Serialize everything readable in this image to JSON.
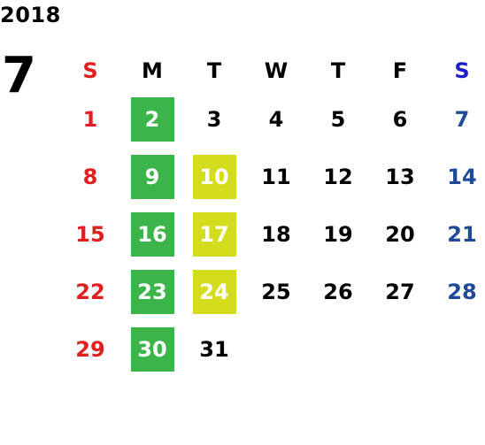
{
  "calendar": {
    "year": "2018",
    "month": "7",
    "weekdays": [
      {
        "label": "S",
        "color": "#e02020"
      },
      {
        "label": "M",
        "color": "#000000"
      },
      {
        "label": "T",
        "color": "#000000"
      },
      {
        "label": "W",
        "color": "#000000"
      },
      {
        "label": "T",
        "color": "#000000"
      },
      {
        "label": "F",
        "color": "#000000"
      },
      {
        "label": "S",
        "color": "#1d1dcc"
      }
    ],
    "weeks": [
      [
        "1",
        "2",
        "3",
        "4",
        "5",
        "6",
        "7"
      ],
      [
        "8",
        "9",
        "10",
        "11",
        "12",
        "13",
        "14"
      ],
      [
        "15",
        "16",
        "17",
        "18",
        "19",
        "20",
        "21"
      ],
      [
        "22",
        "23",
        "24",
        "25",
        "26",
        "27",
        "28"
      ],
      [
        "29",
        "30",
        "31",
        "",
        "",
        "",
        ""
      ]
    ],
    "colors": {
      "sunday": "#e02020",
      "saturday": "#1f4a9a",
      "weekday": "#000000",
      "highlight_green": "#3bb54a",
      "highlight_yellow": "#d4dc1e",
      "highlight_text": "#ffffff"
    },
    "highlights": {
      "green": [
        "2",
        "9",
        "16",
        "23",
        "30"
      ],
      "yellow": [
        "10",
        "17",
        "24"
      ]
    }
  }
}
